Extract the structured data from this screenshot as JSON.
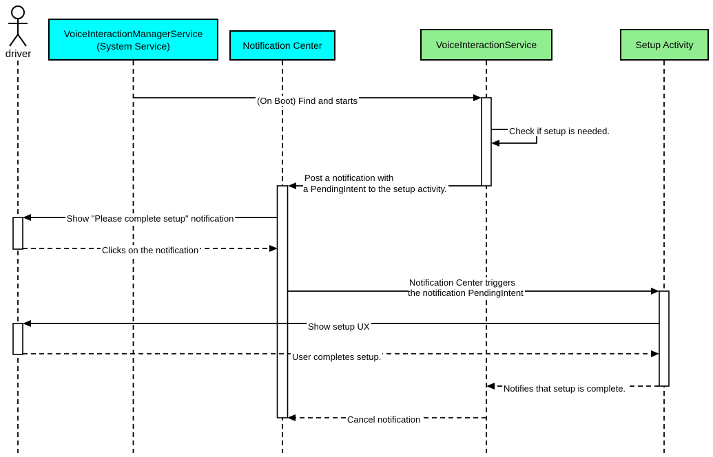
{
  "diagram_type": "uml-sequence",
  "colors": {
    "system_participant_fill": "#00FFFF",
    "app_participant_fill": "#90EE90",
    "line": "#000000",
    "background": "#FFFFFF"
  },
  "actor": {
    "label": "driver"
  },
  "participants": [
    {
      "id": "vims",
      "label": "VoiceInteractionManagerService\n(System Service)",
      "color": "#00FFFF"
    },
    {
      "id": "notification-center",
      "label": "Notification Center",
      "color": "#00FFFF"
    },
    {
      "id": "voice-interaction-service",
      "label": "VoiceInteractionService",
      "color": "#90EE90"
    },
    {
      "id": "setup-activity",
      "label": "Setup Activity",
      "color": "#90EE90"
    }
  ],
  "messages": [
    {
      "label": "(On Boot) Find and starts",
      "from": "VoiceInteractionManagerService",
      "to": "VoiceInteractionService",
      "style": "solid"
    },
    {
      "label": "Check if setup is needed.",
      "from": "VoiceInteractionService",
      "to": "VoiceInteractionService",
      "style": "solid-self"
    },
    {
      "label": "Post a notification with\na PendingIntent to the setup activity.",
      "from": "VoiceInteractionService",
      "to": "Notification Center",
      "style": "solid"
    },
    {
      "label": "Show \"Please complete setup\" notification",
      "from": "Notification Center",
      "to": "driver",
      "style": "solid"
    },
    {
      "label": "Clicks on the notification",
      "from": "driver",
      "to": "Notification Center",
      "style": "dashed"
    },
    {
      "label": "Notification Center triggers\nthe notification PendingIntent",
      "from": "Notification Center",
      "to": "Setup Activity",
      "style": "solid"
    },
    {
      "label": "Show setup UX",
      "from": "Setup Activity",
      "to": "driver",
      "style": "solid"
    },
    {
      "label": "User completes setup.",
      "from": "driver",
      "to": "Setup Activity",
      "style": "dashed"
    },
    {
      "label": "Notifies that setup is complete.",
      "from": "Setup Activity",
      "to": "VoiceInteractionService",
      "style": "dashed"
    },
    {
      "label": "Cancel notification",
      "from": "VoiceInteractionService",
      "to": "Notification Center",
      "style": "dashed"
    }
  ]
}
